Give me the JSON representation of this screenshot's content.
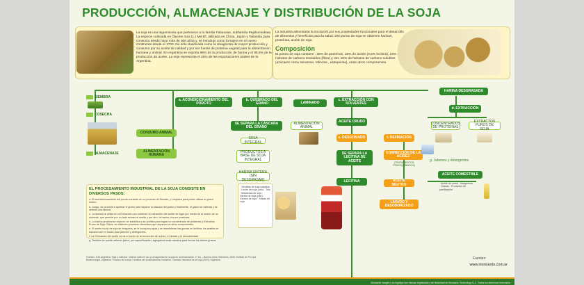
{
  "title": "PRODUCCIÓN, ALMACENAJE Y DISTRIBUCIÓN DE LA SOJA",
  "intro": "La soja es una leguminosa que pertenece a la familia Fabaceae, subfamilia Papilionoideae. La especie cultivada es Glycine max (L.) Merrill, utilizada en China, Japón y Tailandia para consumo desde hace más de 500 años y, se introdujo como forrajera en el nuevo continente desde el 1700. No sólo clasificada como la oleaginosa de mayor producción y consumo por su aceite de calidad y por ser fuente de proteína vegetal para la alimentación humana y animal. En Argentina se exporta 96% de la producción de harina y el 85,5% de la producción de aceite. La soja representa el 25% de las exportaciones totales de la Argentina.",
  "industry": "La industria alimentaria la incorporó por sus propiedades funcionales para el desarrollo de alimentos y beneficios para la salud. Del poroto de soja se obtienen harinas, proteínas, aceite de soja.",
  "composition": {
    "title": "Composición",
    "text": "El poroto de soja contiene : 38% de proteínas, 18% de aceite (0,5% lecitina), 15% de hidratos de carbono insolubles (fibra) y otro 15% de hidratos de carbono solubles (azúcares como sacarosa, rafinosa , estaquiosa), entre otros componentes."
  },
  "flow": {
    "siembra": "SIEMBRA",
    "cosecha": "COSECHA",
    "almacenaje": "ALMACENAJE",
    "acondicionamiento": "a. ACONDICIONAMIENTO DEL POROTO",
    "consumo_animal": "CONSUMO ANIMAL",
    "alimentacion_humana": "ALIMENTACIÓN HUMANA",
    "quebrado": "b. QUEBRADO DEL GRANO",
    "laminado": "LAMINADO",
    "extraccion_solventes": "c. EXTRACCIÓN CON SOLVENTES",
    "harina_desgrasada": "HARINA DESGRASADA",
    "extraccion": "d. EXTRACCIÓN",
    "separa_cascara": "SE SEPARA LA CÁSCARA DEL GRANO",
    "alimentacion_animal": "ALIMENTACIÓN ANIMAL",
    "aceite_crudo": "ACEITE CRUDO",
    "concentrados": "CONCENTRADOS DE PROTEÍNAS",
    "extractos": "EXTRACTOS PUROS DE SOJA",
    "soja_integral": "SOJA INTEGRAL",
    "desgomado": "e. DESGOMADO",
    "refinacion": "f. REFINACIÓN",
    "productos_base": "PRODUCTOS A BASE DE SOJA INTEGRAL",
    "separa_lecitina": "SE SEPARA LA LECITINA DE ACEITE",
    "correccion": "CORRECCIÓN DE LA ACIDEZ",
    "correccion_sub": "(TRATAMIENTOS FISICOQUÍMICOS)",
    "jabones": "g. Jabones y detergentes",
    "harina_entera": "HARINA ENTERA (SIN DESGRASAR)",
    "lecitina": "LECITINA",
    "aceite_neutro": "ACEITE NEUTRO",
    "aceite_comestible": "ACEITE COMESTIBLE",
    "lavado": "LAVADO Y DESODORIZADO"
  },
  "process": {
    "title": "EL PROCESAMIENTO INDUSTRIAL DE LA SOJA CONSISTE EN DIVERSOS PASOS:",
    "steps": [
      "a. El acondicionamiento del poroto consiste en un proceso de Secado, y Limpieza para poder utilizar el grano entero.",
      "b. Luego, se procede a quebrar el grano para separar la cáscara del grano y finalmente, el grano se calienta y se obtiene una lámina.",
      "c. La lámina se utiliza en la Extracción por solvente; la extracción del aceite se logra por medio de la acción de un solvente, que permite por un lado extraer el aceite y por otro, la harina, rica en proteínas.",
      "d. La harina proteica se expone, se solubiliza y se purifica para lograr un concentrado de proteínas y Extractos Puros de Soja. Éstos, se obtienen procesos mecánicos que separan los otros componentes.",
      "e. El aceite crudo de soja se desgoma, se le incorpora agua y se transforman las gomas en lecitina; los aceites se transforman en bases para jabones y detergentes.",
      "f. La Refinación del aceite se da a través de la corrección de acidez, el lavado y el desodorizado.",
      "g. También se puede obtener jabón, por saponificación, agregando soda cáustica para formar los ácidos grasos."
    ]
  },
  "notes": {
    "productos": "· Semillas de soja tostadas · Leche de soja (tofu) · Tofu · Milanesas de soja · Harina de soja (pan) · Carnes de soja · Salsas de soja",
    "aceite": "· Aceite de mesa · Margarinas · Grasas · Productos de panificación"
  },
  "sources": "Fuentes: SJD Argentina, Soja y nutrición. Informe sobre el uso y la seguridad de la soja en la alimentación. 1ª ed. – Buenos Aires: Ediciones, 2008. Instituto de Pro-Ipul Biotecnología. Argentina. Proceso de la soja. Cambios del procesamiento industrial. Comisión Nacional de la Soja (2004). Argentina.",
  "fuentes_label": "Fuentes:",
  "website": "www.monsanto.com.ar",
  "footer": "Monsanto Imagen y su logotipo son marcas registradas y de titularidad de Monsanto Technology LLC. Todos los derechos reservados."
}
